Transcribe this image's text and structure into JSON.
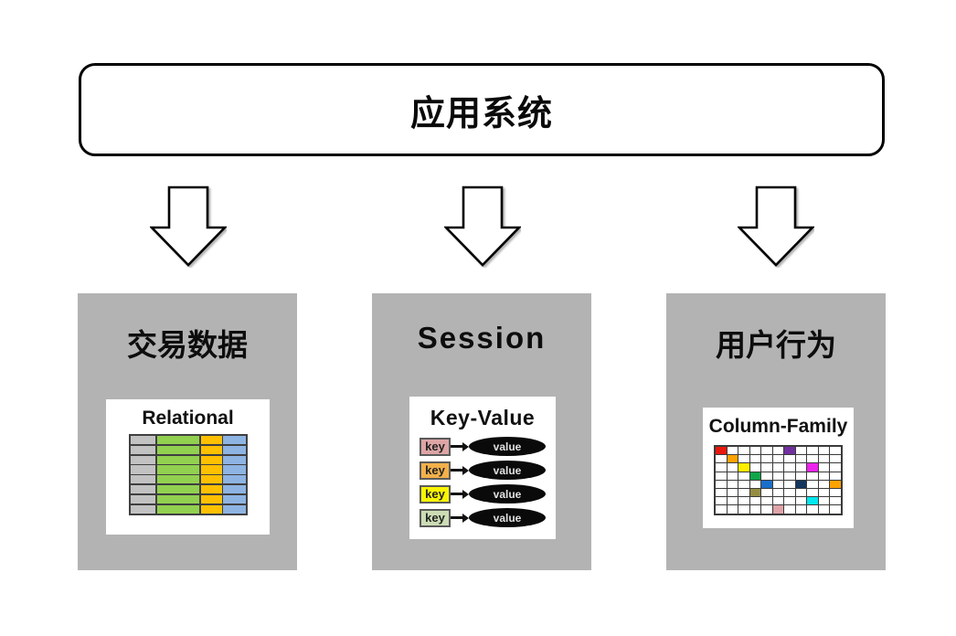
{
  "diagram": {
    "root": {
      "label": "应用系统"
    },
    "icons": {
      "connector": "down-block-arrow",
      "connector_style": "outlined-white-fill-black-stroke"
    },
    "colors": {
      "branch_box_gray": "#b3b3b3",
      "border_black": "#000000",
      "grid_line": "#3f3f3f"
    },
    "branches": [
      {
        "title": "交易数据",
        "card": {
          "title": "Relational",
          "type": "relational-table",
          "rows": 8,
          "columns": [
            {
              "color": "#c2c2c2",
              "width": 23
            },
            {
              "color": "#92d050",
              "width": 38
            },
            {
              "color": "#ffc000",
              "width": 19
            },
            {
              "color": "#8eb4e3",
              "width": 20
            }
          ]
        }
      },
      {
        "title": "Session",
        "card": {
          "title": "Key-Value",
          "type": "key-value",
          "value_bg": "#0a0a0a",
          "pairs": [
            {
              "key": "key",
              "key_color": "#dda5a5",
              "value": "value"
            },
            {
              "key": "key",
              "key_color": "#f2b04a",
              "value": "value"
            },
            {
              "key": "key",
              "key_color": "#f8f400",
              "value": "value"
            },
            {
              "key": "key",
              "key_color": "#ccdcb4",
              "value": "value"
            }
          ]
        }
      },
      {
        "title": "用户行为",
        "card": {
          "title": "Column-Family",
          "type": "column-family-grid",
          "grid": {
            "cols": 11,
            "rows": 8
          },
          "cells": [
            {
              "col": 0,
              "row": 0,
              "color": "#e8180c"
            },
            {
              "col": 6,
              "row": 0,
              "color": "#7030a0"
            },
            {
              "col": 1,
              "row": 1,
              "color": "#ffa200"
            },
            {
              "col": 2,
              "row": 2,
              "color": "#ffee00"
            },
            {
              "col": 8,
              "row": 2,
              "color": "#ee22ee"
            },
            {
              "col": 3,
              "row": 3,
              "color": "#10a64a"
            },
            {
              "col": 4,
              "row": 4,
              "color": "#1a6fc9"
            },
            {
              "col": 7,
              "row": 4,
              "color": "#15355e"
            },
            {
              "col": 10,
              "row": 4,
              "color": "#ffa200"
            },
            {
              "col": 3,
              "row": 5,
              "color": "#958d42"
            },
            {
              "col": 8,
              "row": 6,
              "color": "#00e9f0"
            },
            {
              "col": 5,
              "row": 7,
              "color": "#dfa3a8"
            }
          ]
        }
      }
    ]
  }
}
